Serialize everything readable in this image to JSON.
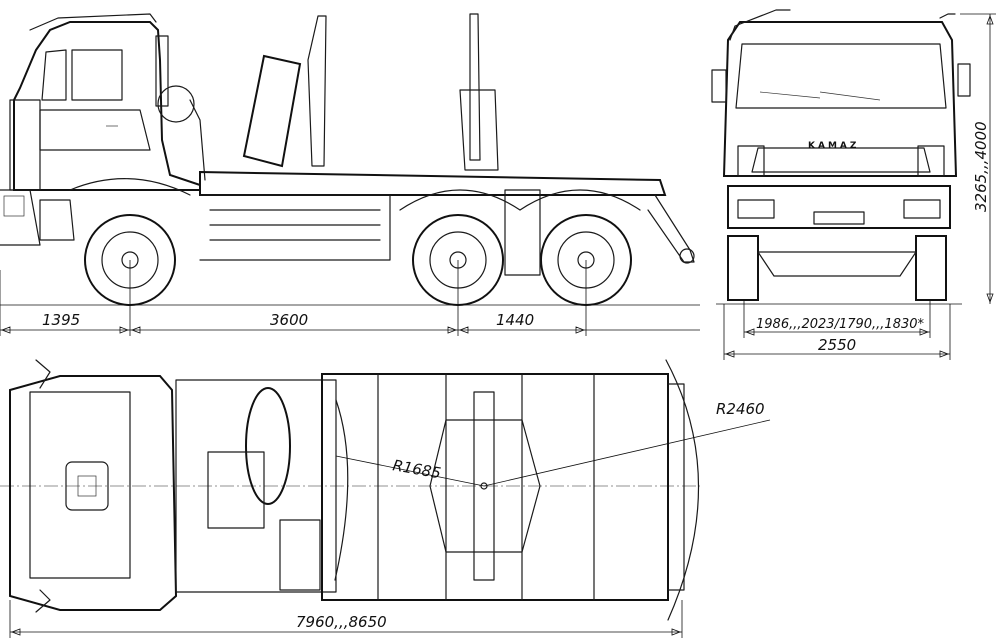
{
  "drawing": {
    "brand_label": "KAMAZ",
    "dimensions": {
      "front_overhang": "1395",
      "wheelbase": "3600",
      "rear_axle_spacing": "1440",
      "height": "3265,,,4000",
      "track_width": "1986,,,2023/1790,,,1830*",
      "overall_width": "2550",
      "overall_length": "7960,,,8650",
      "inner_radius": "R1685",
      "outer_radius": "R2460"
    }
  }
}
